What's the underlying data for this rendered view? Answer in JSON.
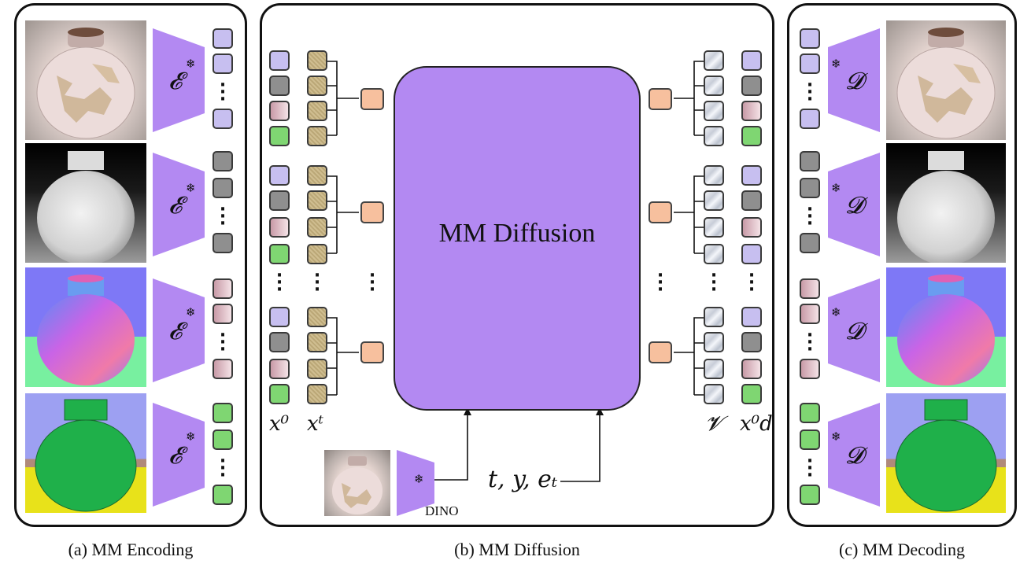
{
  "panels": {
    "encoding_caption": "(a) MM Encoding",
    "diffusion_caption": "(b) MM Diffusion",
    "decoding_caption": "(c) MM Decoding"
  },
  "encoder_symbol": "𝓔",
  "decoder_symbol": "𝓓",
  "frozen_icon": "snowflake-icon",
  "diffusion_block_label": "MM Diffusion",
  "labels": {
    "x0": "x⁰",
    "xt": "xᵗ",
    "v": "𝓥",
    "xd0": "x⁰d",
    "dino": "DINO",
    "conditions": "t, y, eₜ"
  },
  "colors": {
    "trapezoid": "#b389f2",
    "diffusion_block": "#b389f2",
    "token_lavender": "#c7bff0",
    "token_gray": "#8f8f8f",
    "token_green": "#7fd672",
    "token_orange": "#f7c09e"
  }
}
